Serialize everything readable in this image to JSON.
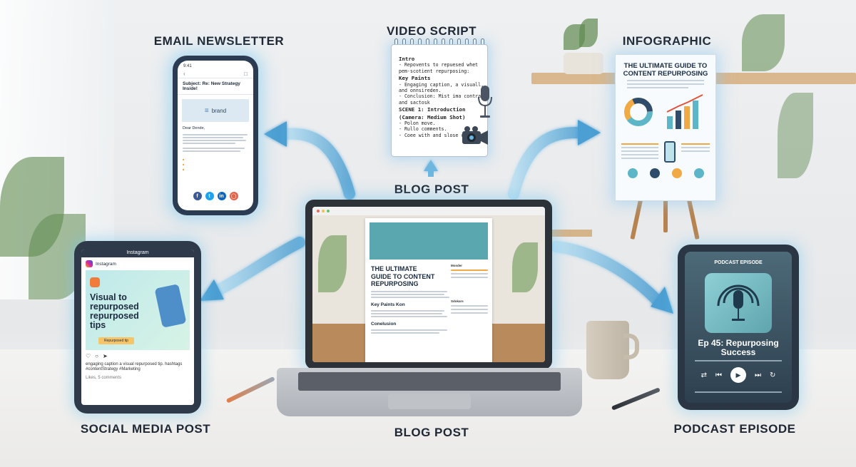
{
  "labels": {
    "email_newsletter": "EMAIL NEWSLETTER",
    "video_script": "VIDEO SCRIPT",
    "infographic": "INFOGRAPHIC",
    "blog_post_top": "BLOG POST",
    "blog_post_bottom": "BLOG POST",
    "social_media_post": "SOCIAL MEDIA POST",
    "podcast_episode": "PODCAST EPISODE"
  },
  "email": {
    "time": "9:41",
    "subject": "Subject: Re: New Strategy Inside!",
    "brand": "brand",
    "greeting": "Dear Dende,",
    "social_icons": [
      "facebook-icon",
      "twitter-icon",
      "linkedin-icon",
      "instagram-icon"
    ]
  },
  "video_script": {
    "lines": [
      {
        "text": "Intro",
        "heading": true
      },
      {
        "text": "- Repovents to repuesed whet",
        "heading": false
      },
      {
        "text": "  pem-scotient repurposing:",
        "heading": false
      },
      {
        "text": "Key Paints",
        "heading": true
      },
      {
        "text": "- Engaging caption, a visuall,",
        "heading": false
      },
      {
        "text": "  and onnsireden.",
        "heading": false
      },
      {
        "text": "- Conclusion: Mist ima contrant",
        "heading": false
      },
      {
        "text": "  and sactosk",
        "heading": false
      },
      {
        "text": "SCENE 1: Introduction",
        "heading": true
      },
      {
        "text": "(Camera: Medium Shot)",
        "heading": true
      },
      {
        "text": "- Polon move.",
        "heading": false
      },
      {
        "text": "- Rullo comments.",
        "heading": false
      },
      {
        "text": "- Coee with and slose cues.",
        "heading": false
      }
    ]
  },
  "infographic": {
    "title": "THE ULTIMATE GUIDE TO CONTENT REPURPOSING"
  },
  "blog": {
    "title": "THE ULTIMATE GUIDE TO CONTENT REPURPOSING",
    "key_points": "Key Paints Kon",
    "conclusion": "Conelusion",
    "side_heading_1": "Mosder",
    "side_heading_2": "Sdokars"
  },
  "social": {
    "topbar": "Instagram",
    "account": "Instagram",
    "post_title": "Visual to repurposed repurposed tips",
    "cta": "Repurposed tip",
    "caption": "engaging caption a visual repurposed tip. hashtags #contentStrategy #Marketing",
    "meta": "Likes, 5 comments"
  },
  "podcast": {
    "header": "PODCAST EPISODE",
    "episode_title": "Ep 45: Repurposing Success"
  },
  "colors": {
    "arrow": "#5aaad8",
    "glow": "#8fd3f2",
    "label_text": "#1e2733"
  }
}
